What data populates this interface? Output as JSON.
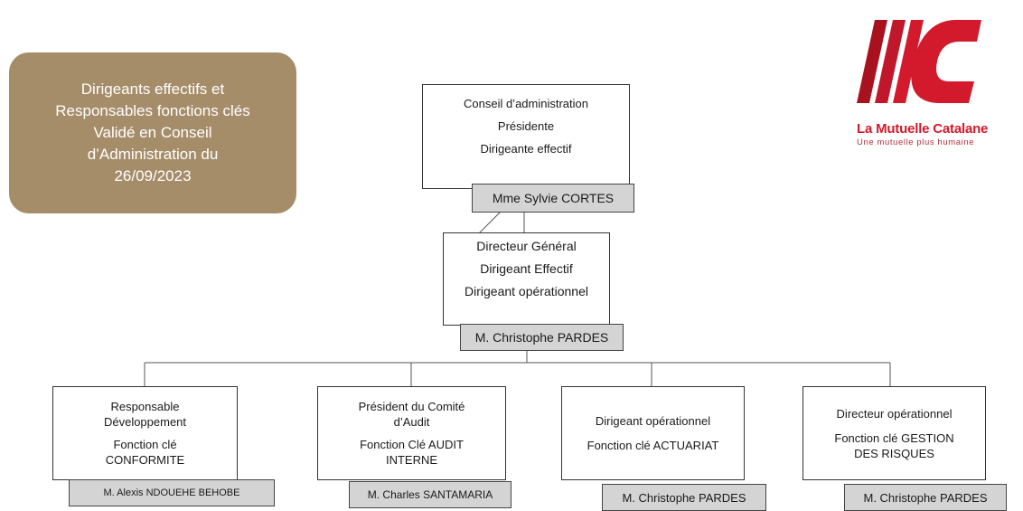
{
  "title_box": {
    "lines": [
      "Dirigeants effectifs et",
      "Responsables fonctions clés",
      "Validé en Conseil",
      "d’Administration du",
      "26/09/2023"
    ]
  },
  "logo": {
    "name": "La Mutuelle Catalane",
    "tagline": "Une mutuelle plus humaine",
    "colors": {
      "red": "#d3192c",
      "dark_red": "#a8121f"
    }
  },
  "board": {
    "lines": [
      "Conseil d’administration",
      "Présidente",
      "Dirigeante effectif"
    ],
    "person": "Mme Sylvie CORTES"
  },
  "ceo": {
    "lines": [
      "Directeur Général",
      "Dirigeant Effectif",
      "Dirigeant opérationnel"
    ],
    "person": "M. Christophe PARDES"
  },
  "children": [
    {
      "lines_top": [
        "Responsable",
        "Développement"
      ],
      "lines_bottom": [
        "Fonction clé",
        "CONFORMITE"
      ],
      "person": "M. Alexis NDOUEHE BEHOBE"
    },
    {
      "lines_top": [
        "Président du Comité",
        "d’Audit"
      ],
      "lines_bottom": [
        "Fonction Clé AUDIT",
        "INTERNE"
      ],
      "person": "M. Charles SANTAMARIA"
    },
    {
      "lines_top": [
        "Dirigeant opérationnel"
      ],
      "lines_bottom": [
        "Fonction clé ACTUARIAT"
      ],
      "person": "M. Christophe PARDES"
    },
    {
      "lines_top": [
        "Directeur opérationnel"
      ],
      "lines_bottom": [
        "Fonction clé GESTION",
        "DES RISQUES"
      ],
      "person": "M. Christophe PARDES"
    }
  ],
  "colors": {
    "callout_bg": "#a68d6a",
    "name_tag_bg": "#d4d4d4",
    "line": "#555555"
  }
}
